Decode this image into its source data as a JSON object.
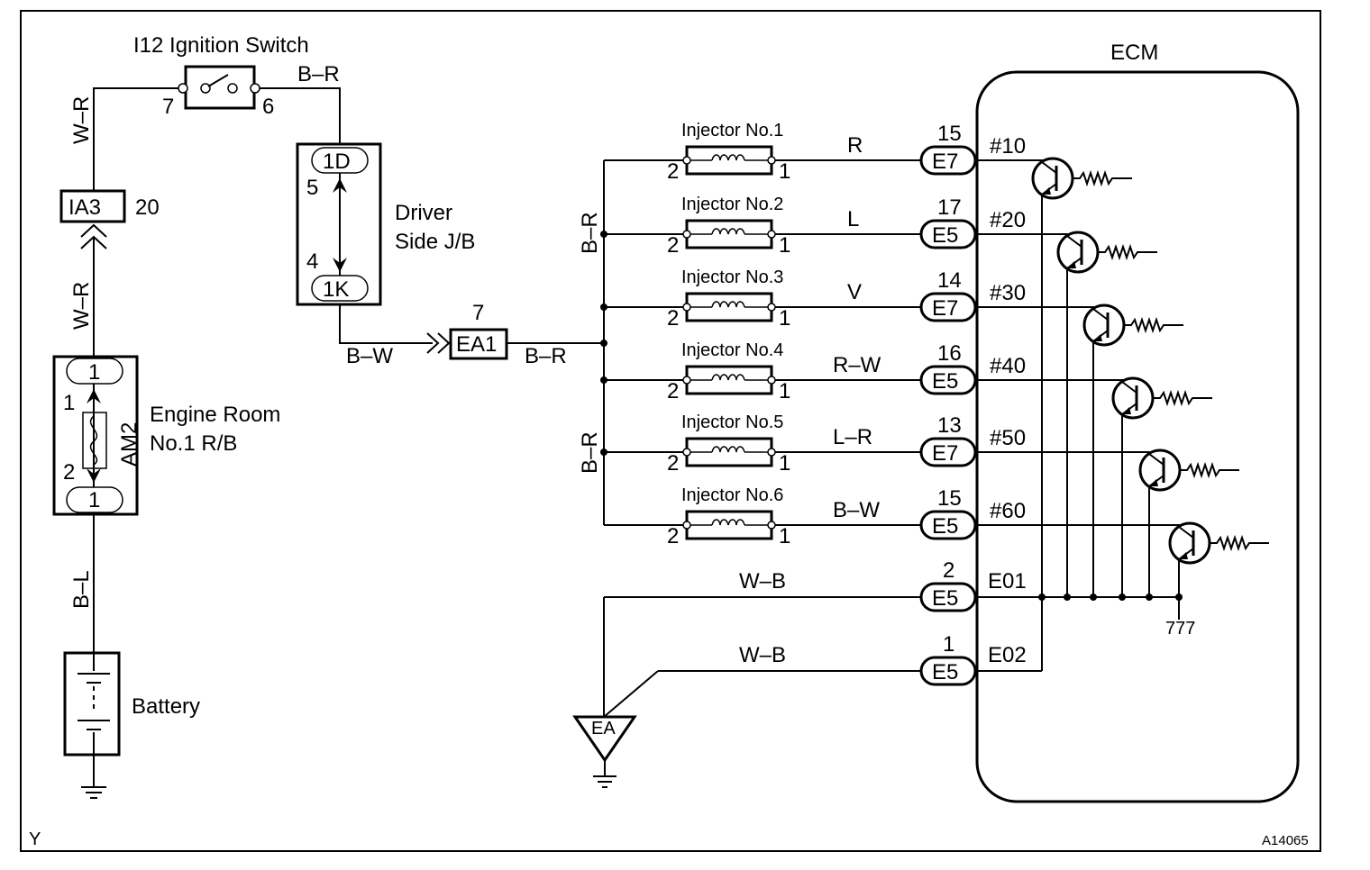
{
  "ignition_switch": {
    "label": "I12 Ignition Switch",
    "pin_in": "7",
    "pin_out": "6"
  },
  "wires": {
    "w_r_top": "W–R",
    "b_r_top": "B–R",
    "w_r_mid": "W–R",
    "b_l": "B–L",
    "b_w": "B–W",
    "b_r_ea1": "B–R",
    "b_r_upper": "B–R",
    "b_r_lower": "B–R"
  },
  "connector_ia3": {
    "label": "IA3",
    "pin": "20"
  },
  "driver_jb": {
    "label_line1": "Driver",
    "label_line2": "Side J/B",
    "conn_top": "1D",
    "pin_top": "5",
    "conn_bottom": "1K",
    "pin_bottom": "4"
  },
  "engine_rb": {
    "label_line1": "Engine Room",
    "label_line2": "No.1 R/B",
    "conn_top": "1",
    "conn_bottom": "1",
    "fuse": "AM2",
    "pin_top": "1",
    "pin_bottom": "2"
  },
  "battery": {
    "label": "Battery"
  },
  "ea1": {
    "label": "EA1",
    "pin": "7"
  },
  "ecm": {
    "label": "ECM"
  },
  "injectors": [
    {
      "name": "Injector No.1",
      "pin_left": "2",
      "pin_right": "1",
      "wire": "R",
      "conn_pin": "15",
      "conn": "E7",
      "ecm_term": "#10"
    },
    {
      "name": "Injector No.2",
      "pin_left": "2",
      "pin_right": "1",
      "wire": "L",
      "conn_pin": "17",
      "conn": "E5",
      "ecm_term": "#20"
    },
    {
      "name": "Injector No.3",
      "pin_left": "2",
      "pin_right": "1",
      "wire": "V",
      "conn_pin": "14",
      "conn": "E7",
      "ecm_term": "#30"
    },
    {
      "name": "Injector No.4",
      "pin_left": "2",
      "pin_right": "1",
      "wire": "R–W",
      "conn_pin": "16",
      "conn": "E5",
      "ecm_term": "#40"
    },
    {
      "name": "Injector No.5",
      "pin_left": "2",
      "pin_right": "1",
      "wire": "L–R",
      "conn_pin": "13",
      "conn": "E7",
      "ecm_term": "#50"
    },
    {
      "name": "Injector No.6",
      "pin_left": "2",
      "pin_right": "1",
      "wire": "B–W",
      "conn_pin": "15",
      "conn": "E5",
      "ecm_term": "#60"
    }
  ],
  "grounds": [
    {
      "wire": "W–B",
      "conn_pin": "2",
      "conn": "E5",
      "ecm_term": "E01"
    },
    {
      "wire": "W–B",
      "conn_pin": "1",
      "conn": "E5",
      "ecm_term": "E02"
    }
  ],
  "ground_point": {
    "label": "EA"
  },
  "internal_ground_mark": "777",
  "corner_left": "Y",
  "corner_right": "A14065"
}
